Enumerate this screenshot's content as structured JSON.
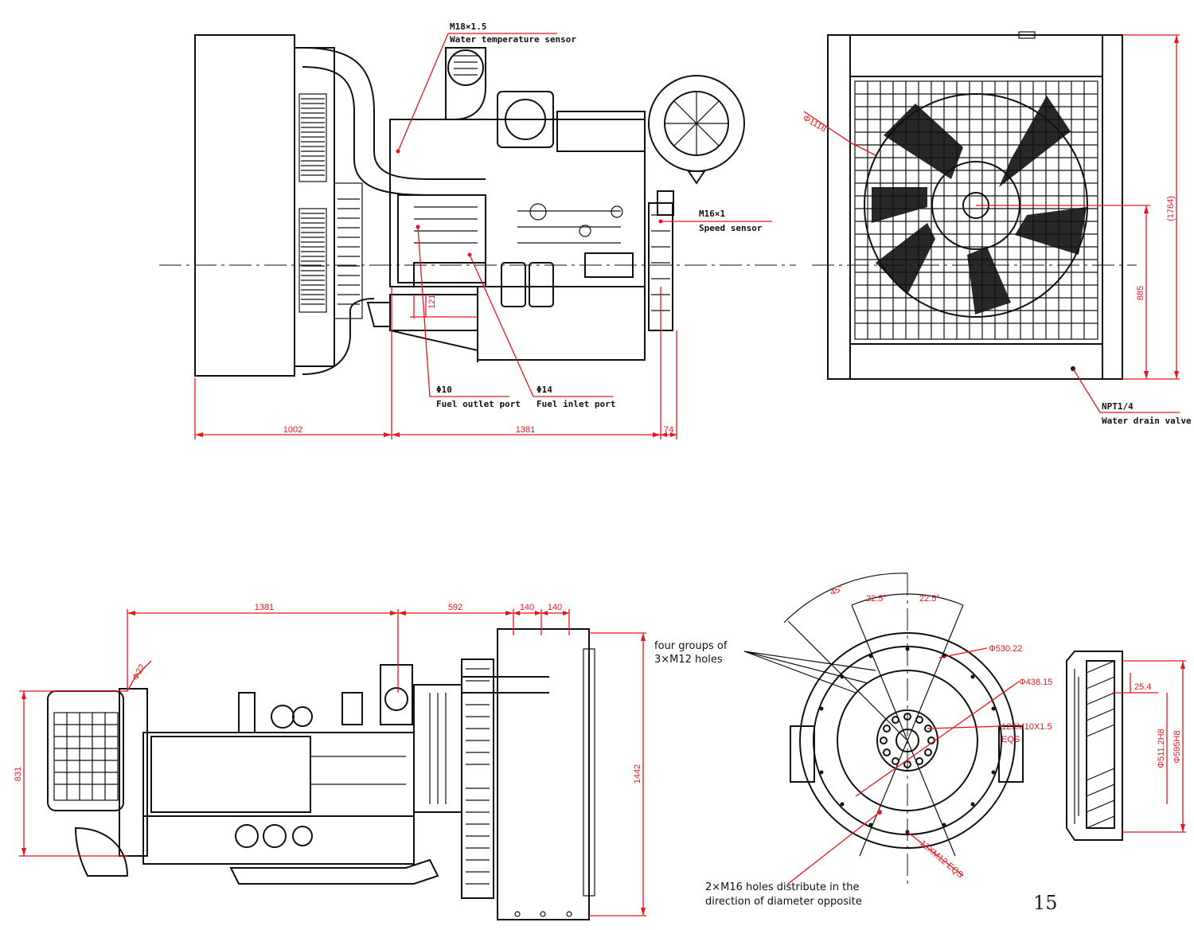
{
  "views": {
    "side_top": {
      "dims": {
        "d1002": "1002",
        "d1381": "1381",
        "d74": "74"
      },
      "labels": {
        "water_temp_thread": "M18×1.5",
        "water_temp_sensor": "Water temperature sensor",
        "speed_thread": "M16×1",
        "speed_sensor": "Speed sensor",
        "d121": "121",
        "fuel_out_dia": "Φ10",
        "fuel_out_port": "Fuel outlet port",
        "fuel_in_dia": "Φ14",
        "fuel_in_port": "Fuel inlet port"
      }
    },
    "radiator_front": {
      "fan_dia": "Φ1118",
      "h1764": "(1764)",
      "h885": "885",
      "drain_thread": "NPT1/4",
      "drain_valve": "Water drain valve"
    },
    "top_plan": {
      "d1381": "1381",
      "d592": "592",
      "d140a": "140",
      "d140b": "140",
      "hole_dia": "Φ22",
      "h831": "831",
      "h1442": "1442"
    },
    "flywheel_face": {
      "a45": "45°",
      "a225a": "22.5°",
      "a225b": "22.5°",
      "d530": "Φ530.22",
      "d438": "Φ438.15",
      "thread_m10": "12XM10X1.5",
      "eqs_a": "EQS",
      "m12_eqs": "12XM12 EQS",
      "note_four_groups_1": "four groups of",
      "note_four_groups_2": "3×M12 holes",
      "note_m16_1": "2×M16 holes distribute in the",
      "note_m16_2": "direction of diameter opposite"
    },
    "flywheel_section": {
      "d254": "25.4",
      "d511": "Φ511.2H8",
      "d595": "Φ595H8"
    }
  },
  "page_number": "15",
  "colors": {
    "line": "#111111",
    "dimension": "#e8141c",
    "paper": "#ffffff"
  }
}
